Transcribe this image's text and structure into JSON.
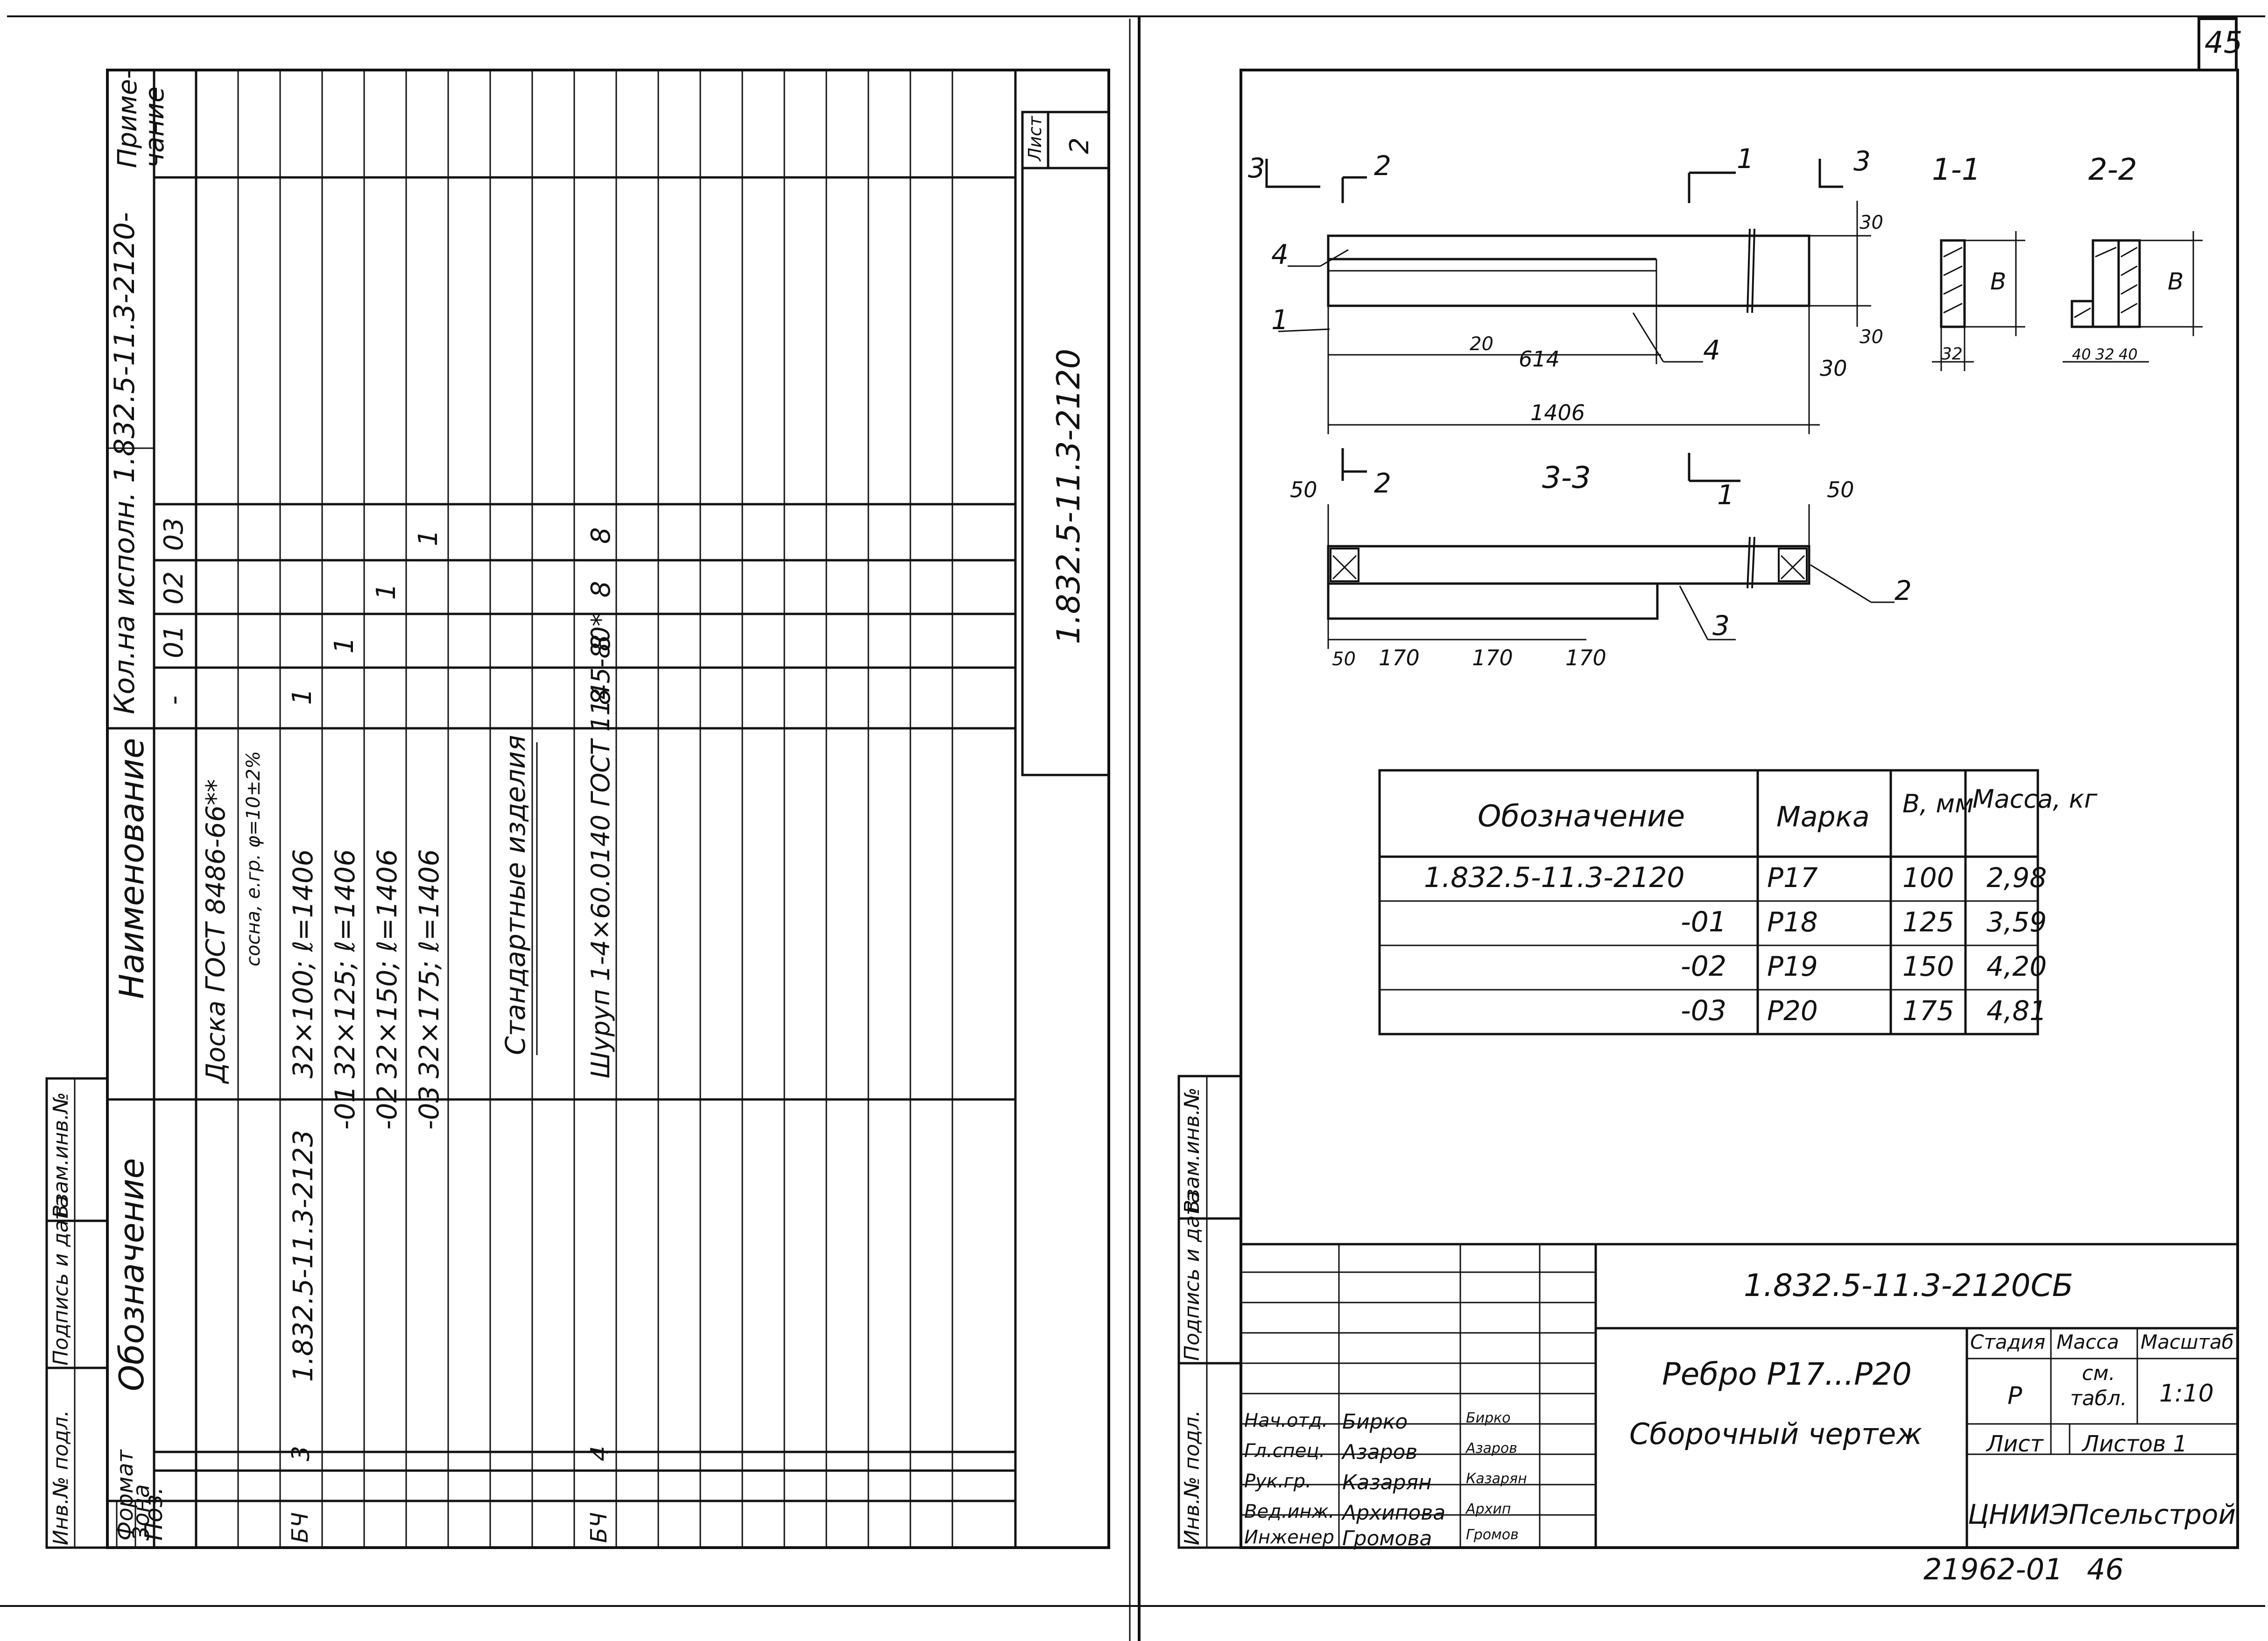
{
  "page_number_top": "45",
  "page_number_bottom": "46",
  "doc_number": "21962-01",
  "left_sheet": {
    "header": {
      "format": "Формат",
      "zone": "Зона",
      "pos": "Поз.",
      "designation": "Обозначение",
      "name": "Наименование",
      "qty_title": "Кол.на исполн. 1.832.5-11.3-2120-",
      "qty_cols": [
        "-",
        "01",
        "02",
        "03"
      ],
      "note": "Приме-чание"
    },
    "rows": [
      {
        "format": "",
        "pos": "",
        "designation": "",
        "name": "Доска ГОСТ 8486-66**",
        "name2": "сосна, е.гр.  φ=10±2%",
        "qty": [
          "",
          "",
          "",
          ""
        ]
      },
      {
        "format": "БЧ",
        "pos": "3",
        "designation": "1.832.5-11.3-2123",
        "name": "32×100;  ℓ=1406",
        "qty": [
          "1",
          "",
          "",
          ""
        ]
      },
      {
        "format": "",
        "pos": "",
        "designation": "-01",
        "name": "32×125;  ℓ=1406",
        "qty": [
          "",
          "1",
          "",
          ""
        ]
      },
      {
        "format": "",
        "pos": "",
        "designation": "-02",
        "name": "32×150;  ℓ=1406",
        "qty": [
          "",
          "",
          "1",
          ""
        ]
      },
      {
        "format": "",
        "pos": "",
        "designation": "-03",
        "name": "32×175;  ℓ=1406",
        "qty": [
          "",
          "",
          "",
          "1"
        ]
      },
      {
        "format": "",
        "pos": "",
        "designation": "",
        "name": "Стандартные изделия",
        "qty": [
          "",
          "",
          "",
          ""
        ]
      },
      {
        "format": "БЧ",
        "pos": "4",
        "designation": "",
        "name": "Шуруп 1-4×60.0140 ГОСТ 1145-80*",
        "qty": [
          "8",
          "8",
          "8",
          "8"
        ]
      }
    ],
    "stamp_code": "1.832.5-11.3-2120",
    "sheet_label": "Лист",
    "sheet_no": "2",
    "side_labels": [
      "Инв.№ подл.",
      "Подпись и дата",
      "Взам.инв.№"
    ]
  },
  "right_sheet": {
    "side_labels": [
      "Инв.№ подл.",
      "Подпись и дата",
      "Взам.инв.№"
    ],
    "drawing": {
      "sec_1_1": "1-1",
      "sec_2_2": "2-2",
      "sec_3_3": "3-3",
      "cut_labels": [
        "3",
        "2",
        "1",
        "3",
        "2",
        "1"
      ],
      "callouts": [
        "4",
        "1",
        "4",
        "2",
        "3"
      ],
      "dims": [
        "30",
        "30",
        "20",
        "614",
        "30",
        "1406",
        "50",
        "50",
        "50",
        "170",
        "170",
        "170",
        "В",
        "В",
        "32",
        "40",
        "32",
        "40"
      ]
    },
    "table": {
      "headers": [
        "Обозначение",
        "Марка",
        "В, мм",
        "Масса, кг"
      ],
      "rows": [
        [
          "1.832.5-11.3-2120",
          "Р17",
          "100",
          "2,98"
        ],
        [
          "-01",
          "Р18",
          "125",
          "3,59"
        ],
        [
          "-02",
          "Р19",
          "150",
          "4,20"
        ],
        [
          "-03",
          "Р20",
          "175",
          "4,81"
        ]
      ]
    },
    "title_block": {
      "code": "1.832.5-11.3-2120СБ",
      "title": "Ребро Р17...Р20",
      "subtitle": "Сборочный чертеж",
      "stage_label": "Стадия",
      "mass_label": "Масса",
      "scale_label": "Масштаб",
      "stage": "Р",
      "mass": "см. табл.",
      "scale": "1:10",
      "sheet_label": "Лист",
      "sheets_label": "Листов 1",
      "org": "ЦНИИЭПсельстрой",
      "people": [
        {
          "role": "Нач.отд.",
          "name": "Бирко",
          "sign": "Бирко"
        },
        {
          "role": "Гл.спец.",
          "name": "Азаров",
          "sign": "Азаров"
        },
        {
          "role": "Рук.гр.",
          "name": "Казарян",
          "sign": "Казарян"
        },
        {
          "role": "Вед.инж.",
          "name": "Архипова",
          "sign": "Архип"
        },
        {
          "role": "Инженер",
          "name": "Громова",
          "sign": "Громов"
        }
      ]
    }
  }
}
